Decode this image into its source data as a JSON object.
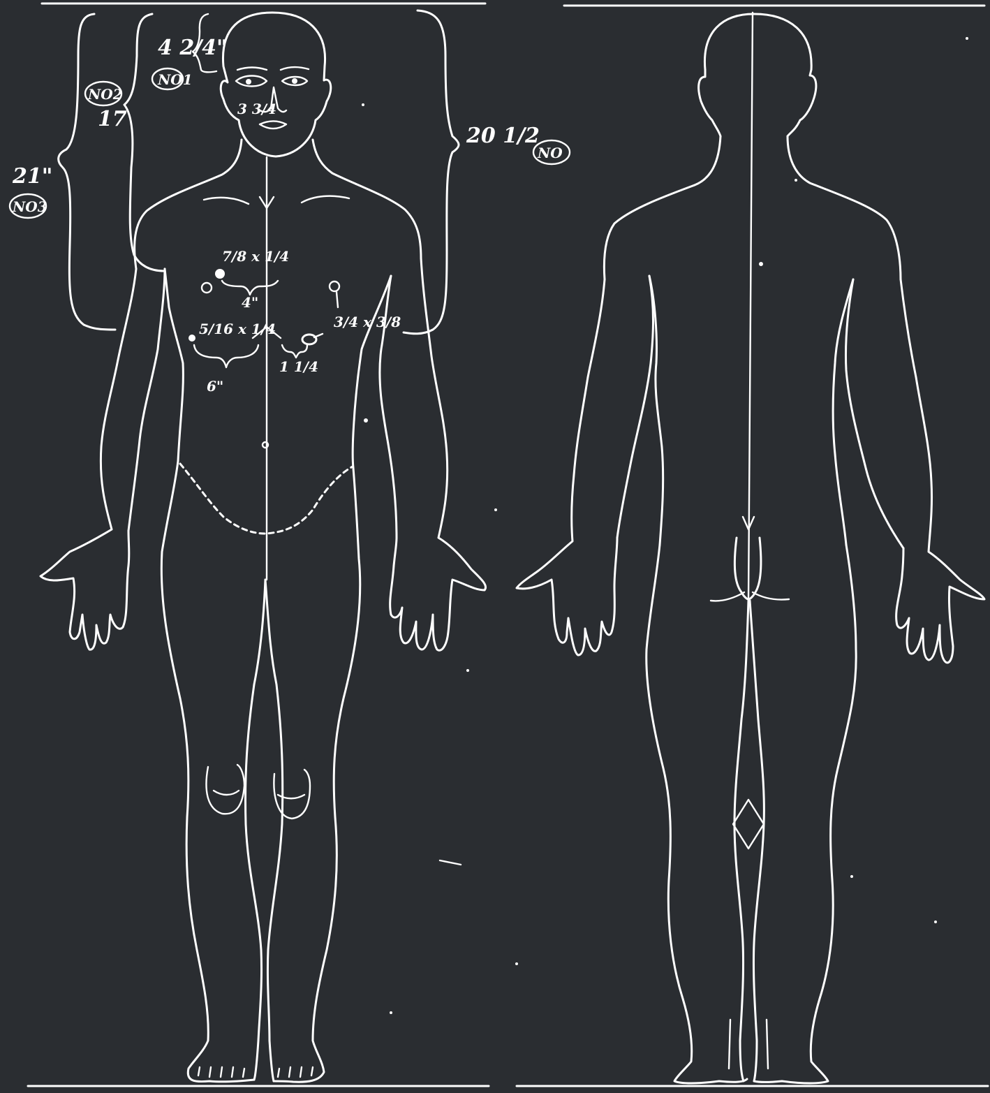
{
  "annotations": {
    "head_distance": "4 2/4\"",
    "tag_no1": "NO1",
    "tag_no2": "NO2",
    "head_side_distance": "17",
    "tag_no3": "NO3",
    "left_distance": "21\"",
    "right_distance": "20 1/2",
    "tag_no_right": "NO",
    "nose_note": "3 3/4",
    "wound_upper": "7/8 x 1/4",
    "spacing_upper": "4\"",
    "wound_left": "5/16 x 1/4",
    "spacing_lower": "6\"",
    "wound_right": "3/4 x 3/8",
    "spacing_right": "1 1/4"
  },
  "colors": {
    "background": "#2a2d31",
    "ink": "#ffffff"
  }
}
